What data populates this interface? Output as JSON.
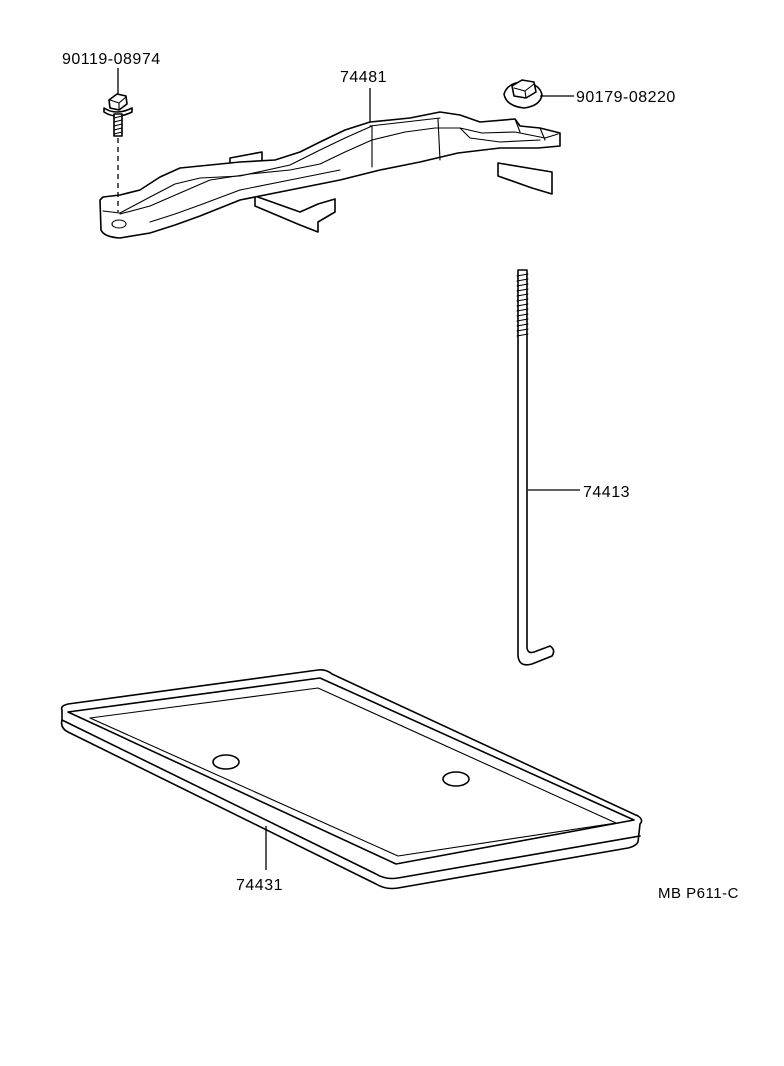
{
  "diagram": {
    "labels": {
      "bolt": "90119-08974",
      "clamp": "74481",
      "nut": "90179-08220",
      "rod": "74413",
      "tray": "74431"
    },
    "reference": "MB P611-C"
  }
}
